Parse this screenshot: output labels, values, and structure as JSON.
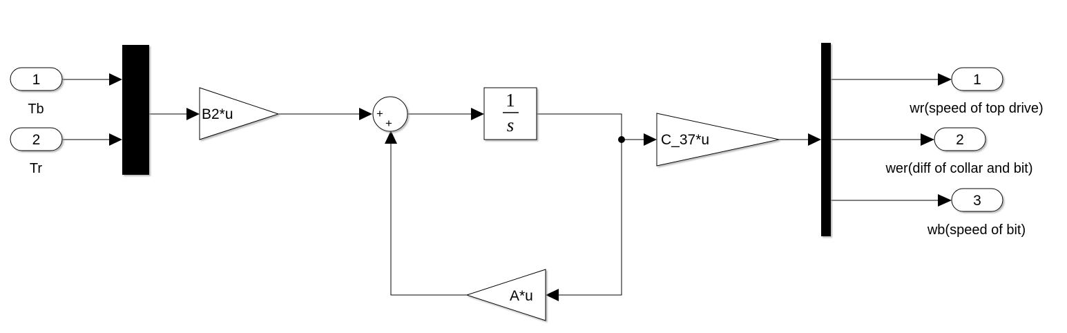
{
  "inports": [
    {
      "number": "1",
      "label": "Tb"
    },
    {
      "number": "2",
      "label": "Tr"
    }
  ],
  "outports": [
    {
      "number": "1",
      "label": "wr(speed of top drive)"
    },
    {
      "number": "2",
      "label": "wer(diff of collar and bit)"
    },
    {
      "number": "3",
      "label": "wb(speed of bit)"
    }
  ],
  "gains": {
    "input": "B2*u",
    "output": "C_37*u",
    "feedback": "A*u"
  },
  "sum": {
    "sign1": "+",
    "sign2": "+"
  },
  "integrator": {
    "numerator": "1",
    "denominator": "s"
  }
}
